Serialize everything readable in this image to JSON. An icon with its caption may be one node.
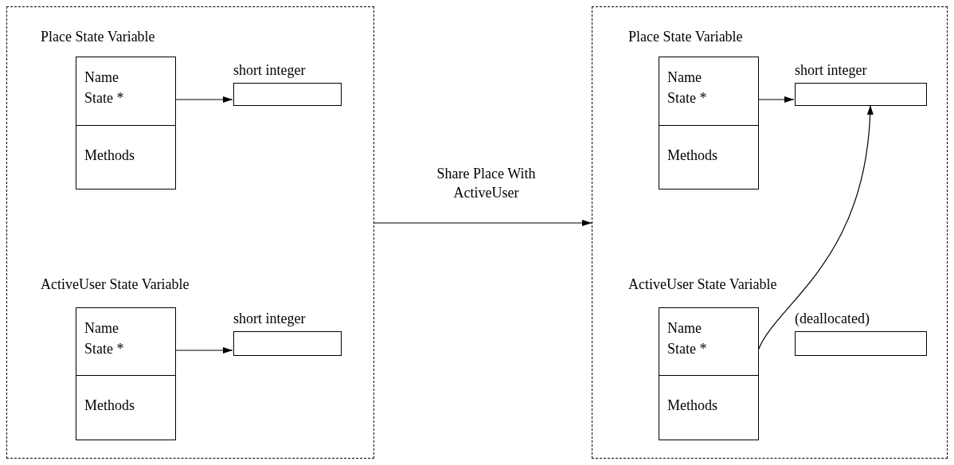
{
  "diagram": {
    "nodes": [
      {
        "text": [],
        "shape": "box"
      },
      {
        "text": [
          "Place State Variable",
          "Name State *",
          "Methods"
        ],
        "in": 0
      },
      {
        "text": [
          "short integer"
        ],
        "in": 0
      },
      {
        "text": [
          "ActiveUser State Variable",
          "Name State *",
          "Methods"
        ],
        "in": 0
      },
      {
        "text": [
          "short integer"
        ],
        "in": 0
      },
      {
        "text": [],
        "shape": "box"
      },
      {
        "text": [
          "Place State Variable",
          "Name State *",
          "Methods"
        ],
        "in": 5
      },
      {
        "text": [
          "short integer"
        ],
        "in": 5
      },
      {
        "text": [
          "ActiveUser State Variable",
          "Name State *",
          "Methods"
        ],
        "in": 5
      },
      {
        "text": [
          "(deallocated)"
        ],
        "in": 5
      }
    ],
    "edges": [
      {
        "from": 1,
        "to": 2,
        "arrow": "to"
      },
      {
        "from": 3,
        "to": 4,
        "arrow": "to"
      },
      {
        "from": 0,
        "to": 5,
        "arrow": "to",
        "label": "Share Place With ActiveUser"
      },
      {
        "from": 6,
        "to": 7,
        "arrow": "to"
      },
      {
        "from": 8,
        "to": 7,
        "arrow": "to"
      }
    ]
  }
}
